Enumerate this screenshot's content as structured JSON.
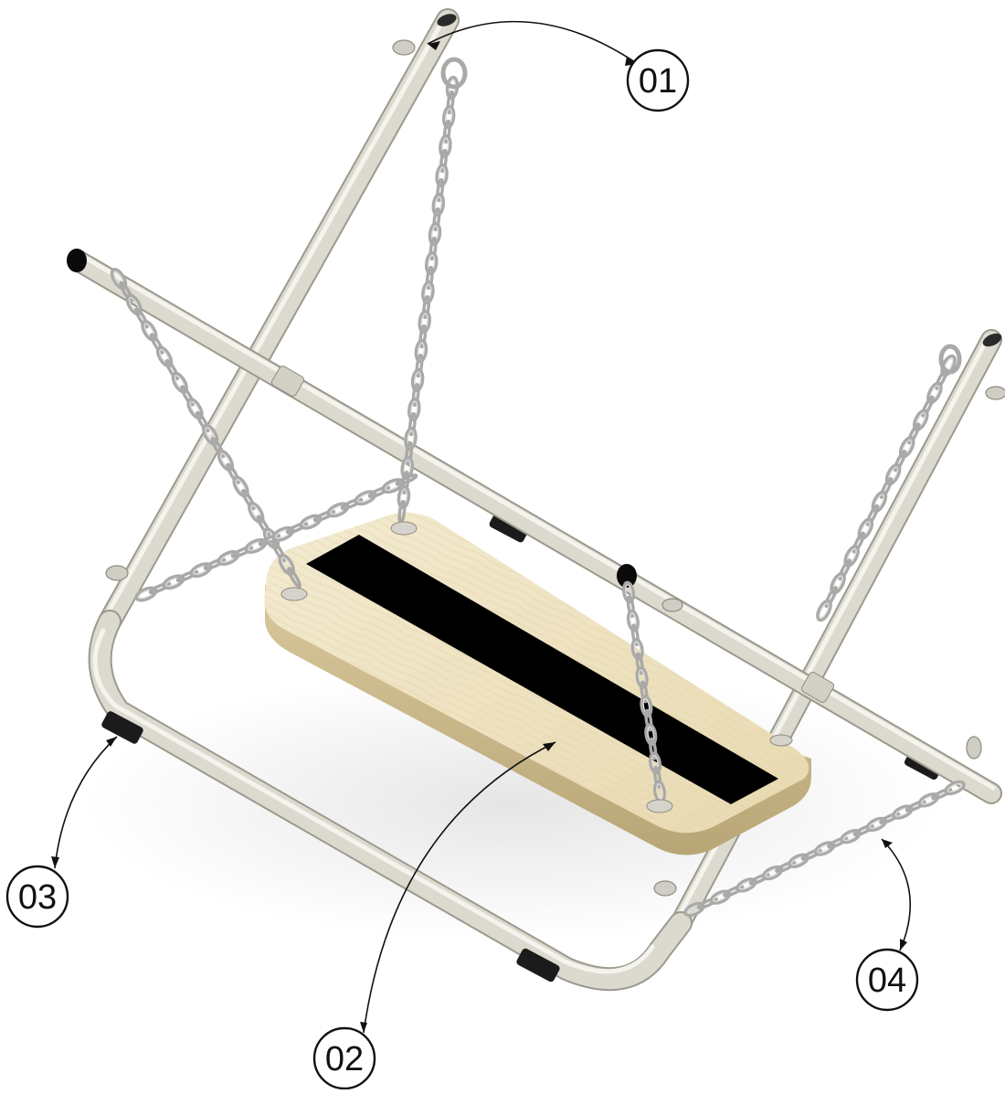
{
  "diagram": {
    "callouts": [
      {
        "id": "callout-01",
        "label": "01",
        "part": "frame-tube-top"
      },
      {
        "id": "callout-02",
        "label": "02",
        "part": "wooden-seat"
      },
      {
        "id": "callout-03",
        "label": "03",
        "part": "rubber-foot"
      },
      {
        "id": "callout-04",
        "label": "04",
        "part": "chain"
      }
    ],
    "colors": {
      "tube": "#dcd9ce",
      "seat_wood": "#eee2c0",
      "seat_edge": "#c9b98f",
      "seat_stripe": "#000000",
      "chain": "#b9b9b7",
      "foot": "#1b1b1b"
    }
  }
}
